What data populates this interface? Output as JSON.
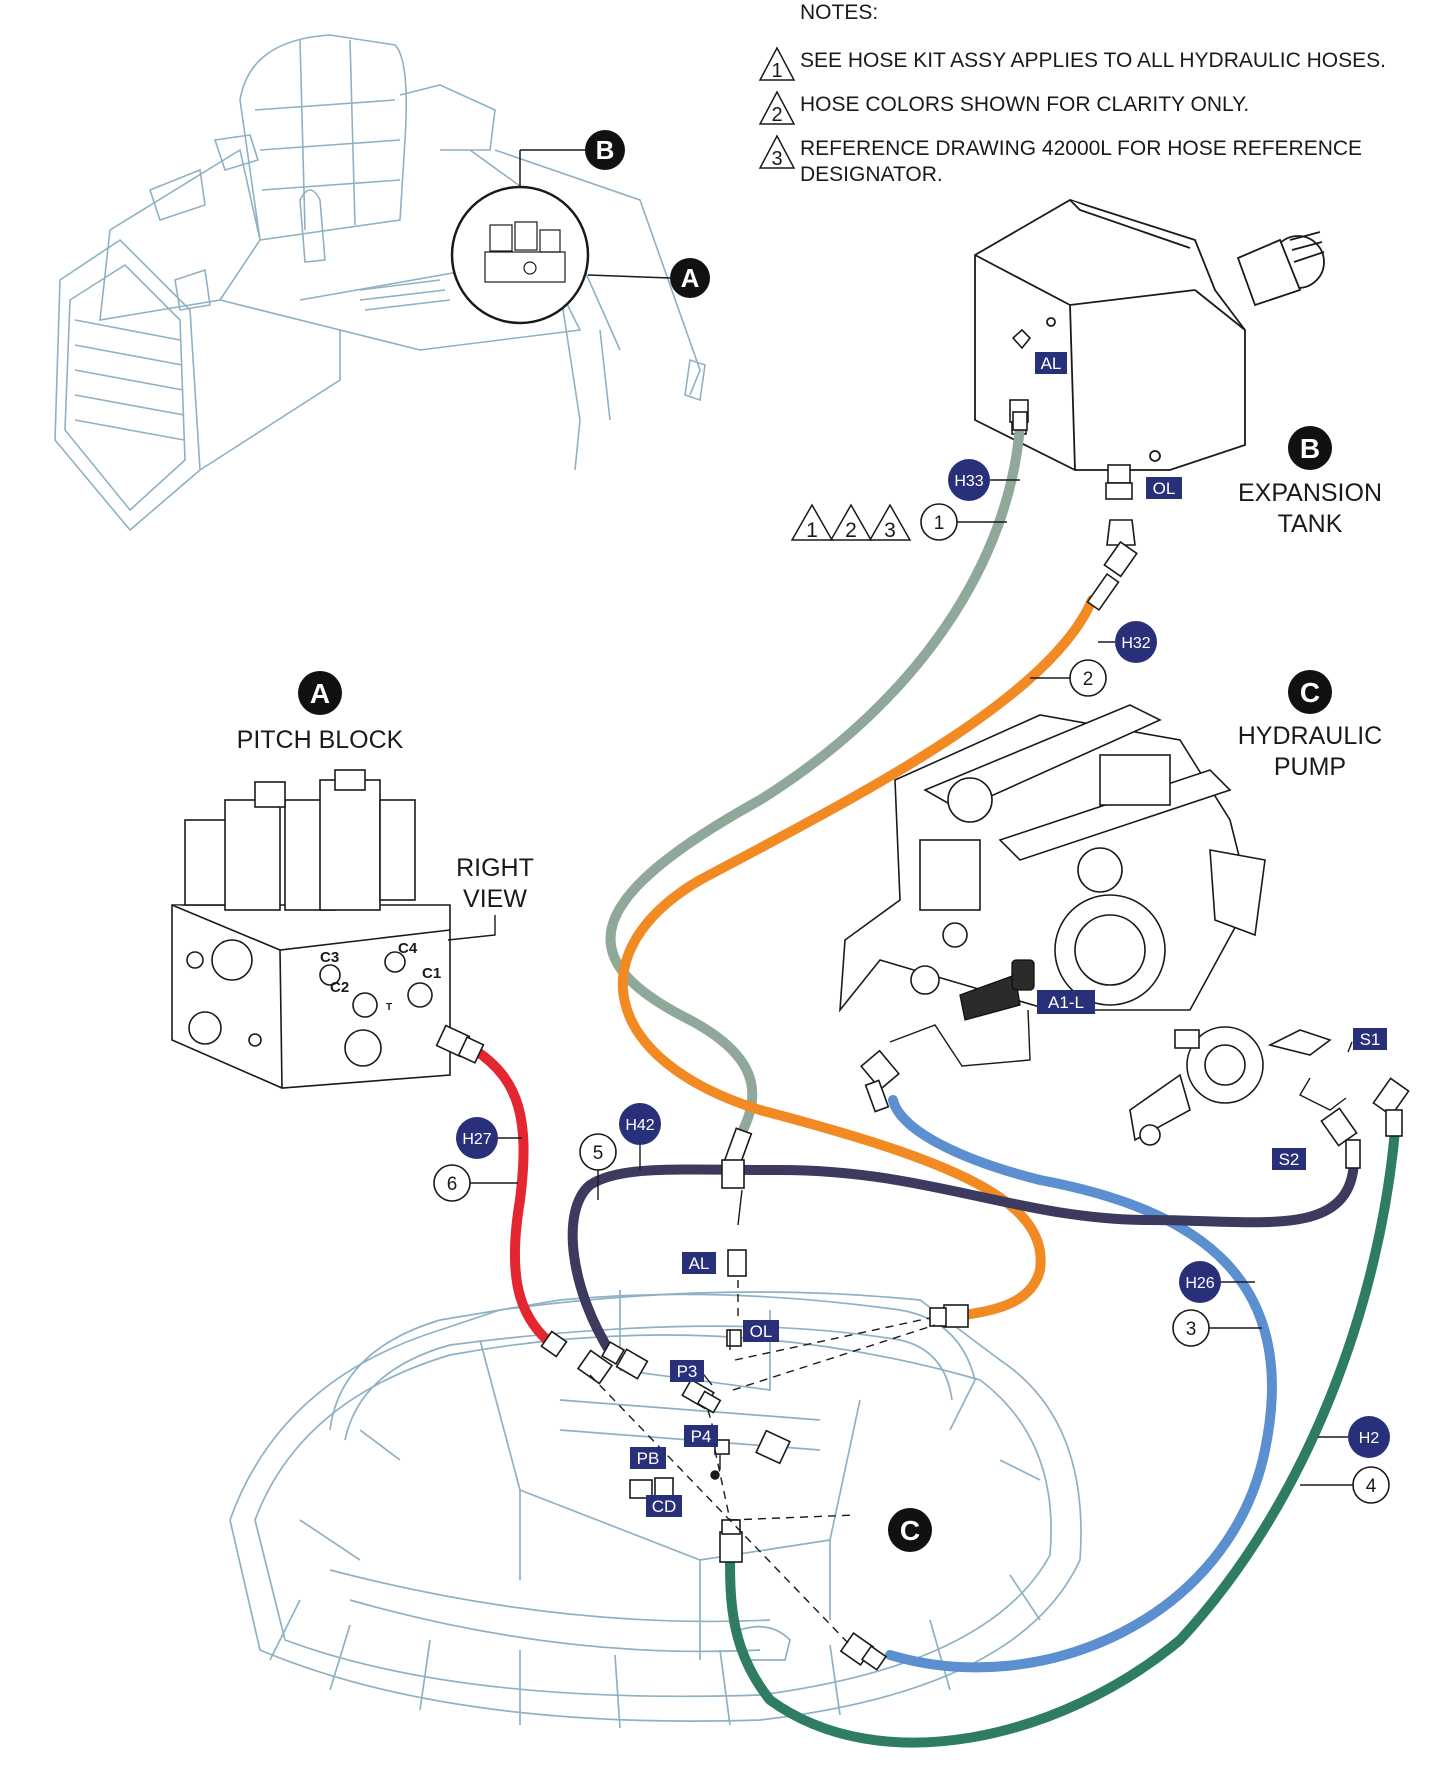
{
  "notes": {
    "header": "NOTES:",
    "items": [
      {
        "num": "1",
        "text": "SEE HOSE KIT ASSY APPLIES TO ALL HYDRAULIC HOSES."
      },
      {
        "num": "2",
        "text": "HOSE COLORS SHOWN FOR CLARITY ONLY."
      },
      {
        "num": "3",
        "text": "REFERENCE DRAWING 42000L FOR HOSE REFERENCE DESIGNATOR."
      }
    ]
  },
  "callouts": {
    "a": "A",
    "b": "B",
    "c": "C"
  },
  "sections": {
    "pitch_block": "PITCH BLOCK",
    "right_view": "RIGHT VIEW",
    "expansion_tank": "EXPANSION TANK",
    "hydraulic_pump": "HYDRAULIC PUMP"
  },
  "note_refs": [
    "1",
    "2",
    "3"
  ],
  "hoses": [
    {
      "id": "H33",
      "item": "1",
      "color": "#8fa89a"
    },
    {
      "id": "H32",
      "item": "2",
      "color": "#f28a24"
    },
    {
      "id": "H26",
      "item": "3",
      "color": "#5b8fd0"
    },
    {
      "id": "H2",
      "item": "4",
      "color": "#2e7d63"
    },
    {
      "id": "H42",
      "item": "5",
      "color": "#3c3a5e"
    },
    {
      "id": "H27",
      "item": "6",
      "color": "#e32630"
    }
  ],
  "ports": {
    "tank_al": "AL",
    "tank_ol": "OL",
    "pump_a1l": "A1-L",
    "pump_s1": "S1",
    "pump_s2": "S2",
    "frame_al": "AL",
    "frame_ol": "OL",
    "frame_p3": "P3",
    "frame_p4": "P4",
    "frame_pb": "PB",
    "frame_cd": "CD"
  },
  "block_ports": {
    "c1": "C1",
    "c2": "C2",
    "c3": "C3",
    "c4": "C4",
    "t": "T"
  },
  "colors": {
    "tag": "#28307a",
    "line_art": "#8fb1c4",
    "ink": "#1a1a1a"
  }
}
